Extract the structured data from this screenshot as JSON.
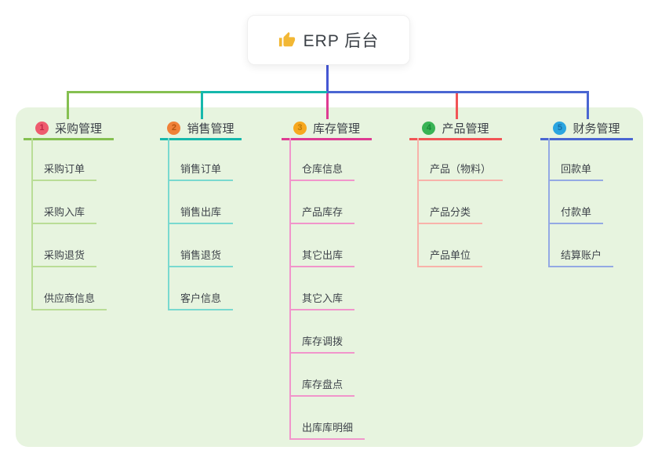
{
  "root": {
    "label": "ERP 后台",
    "icon": "thumbs-up-icon"
  },
  "branches": [
    {
      "badge": "1",
      "label": "采购管理",
      "children": [
        "采购订单",
        "采购入库",
        "采购退货",
        "供应商信息"
      ],
      "colors": {
        "main": "#85c051",
        "child_line": "#b9dd96",
        "badge_bg": "#ee5b6e"
      }
    },
    {
      "badge": "2",
      "label": "销售管理",
      "children": [
        "销售订单",
        "销售出库",
        "销售退货",
        "客户信息"
      ],
      "colors": {
        "main": "#16b8ac",
        "child_line": "#79d9cf",
        "badge_bg": "#f08138"
      }
    },
    {
      "badge": "3",
      "label": "库存管理",
      "children": [
        "仓库信息",
        "产品库存",
        "其它出库",
        "其它入库",
        "库存调拨",
        "库存盘点",
        "出库库明细"
      ],
      "colors": {
        "main": "#de3b92",
        "child_line": "#f195cb",
        "badge_bg": "#f7a81f"
      }
    },
    {
      "badge": "4",
      "label": "产品管理",
      "children": [
        "产品（物料）",
        "产品分类",
        "产品单位"
      ],
      "colors": {
        "main": "#f15456",
        "child_line": "#f8b2aa",
        "badge_bg": "#39b355"
      }
    },
    {
      "badge": "5",
      "label": "财务管理",
      "children": [
        "回款单",
        "付款单",
        "结算账户"
      ],
      "colors": {
        "main": "#4a66d2",
        "child_line": "#94a9e4",
        "badge_bg": "#2ba5e0"
      }
    }
  ],
  "theme": {
    "panel_background": "#e7f4df",
    "root_connector": "#4557d4",
    "text_color": "#3c4148"
  }
}
